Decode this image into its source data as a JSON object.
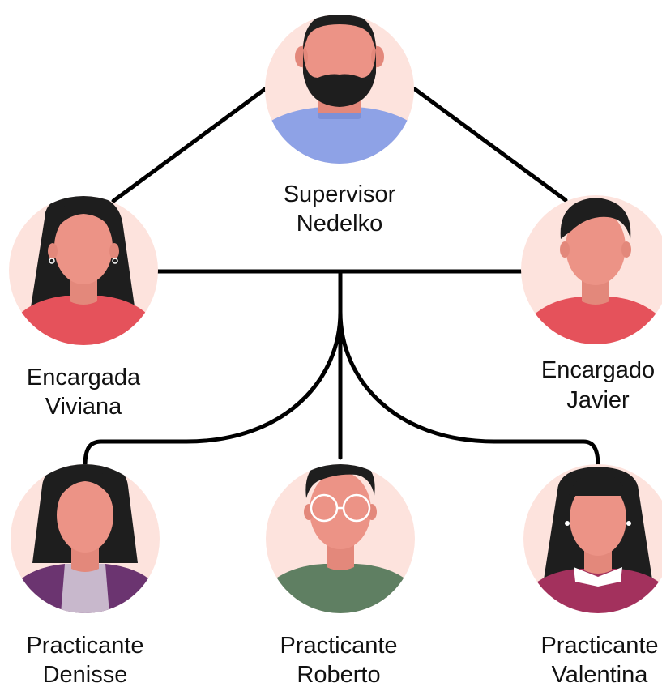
{
  "diagram": {
    "nodes": [
      {
        "id": "supervisor",
        "role": "Supervisor",
        "name": "Nedelko",
        "avatar": "bearded-man-avatar",
        "shirt": "#8ea2e6"
      },
      {
        "id": "viviana",
        "role": "Encargada",
        "name": "Viviana",
        "avatar": "long-hair-woman-avatar",
        "shirt": "#e5525b"
      },
      {
        "id": "javier",
        "role": "Encargado",
        "name": "Javier",
        "avatar": "short-hair-man-avatar",
        "shirt": "#e5525b"
      },
      {
        "id": "denisse",
        "role": "Practicante",
        "name": "Denisse",
        "avatar": "woman-purple-jacket-avatar",
        "shirt": "#6b3470"
      },
      {
        "id": "roberto",
        "role": "Practicante",
        "name": "Roberto",
        "avatar": "man-glasses-avatar",
        "shirt": "#5f7f62"
      },
      {
        "id": "valentina",
        "role": "Practicante",
        "name": "Valentina",
        "avatar": "woman-bangs-avatar",
        "shirt": "#a3315d"
      }
    ],
    "edges": [
      {
        "from": "supervisor",
        "to": "viviana"
      },
      {
        "from": "supervisor",
        "to": "javier"
      },
      {
        "from": "viviana",
        "to": "javier"
      },
      {
        "from": "viviana-javier-link",
        "to": "denisse"
      },
      {
        "from": "viviana-javier-link",
        "to": "roberto"
      },
      {
        "from": "viviana-javier-link",
        "to": "valentina"
      }
    ],
    "colors": {
      "avatar_background": "#fde3dd",
      "skin": "#ec9386",
      "hair": "#1e1e1e",
      "line": "#000000"
    }
  }
}
